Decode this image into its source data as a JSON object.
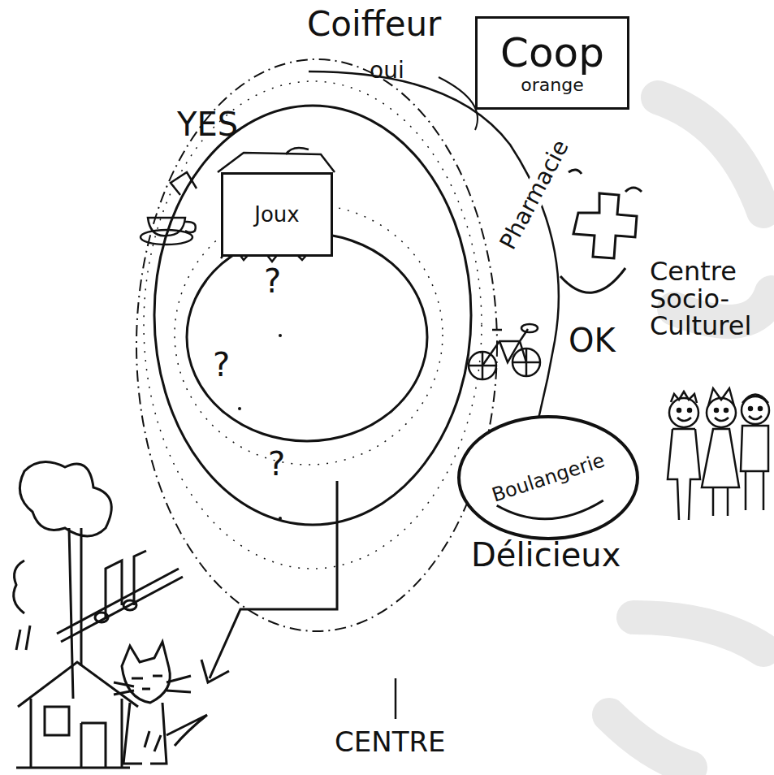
{
  "diagram": {
    "nodes": [
      {
        "text": [
          "Coop",
          "orange"
        ]
      },
      {
        "text": [
          "Joux"
        ]
      },
      {
        "text": [
          "Boulangerie"
        ]
      }
    ],
    "labels": [
      "Coiffeur",
      "oui",
      "YES",
      "Pharmacie",
      "OK",
      "Centre Socio-Culturel",
      "Délicieux",
      "?",
      "?",
      "?",
      "CENTRE"
    ]
  }
}
